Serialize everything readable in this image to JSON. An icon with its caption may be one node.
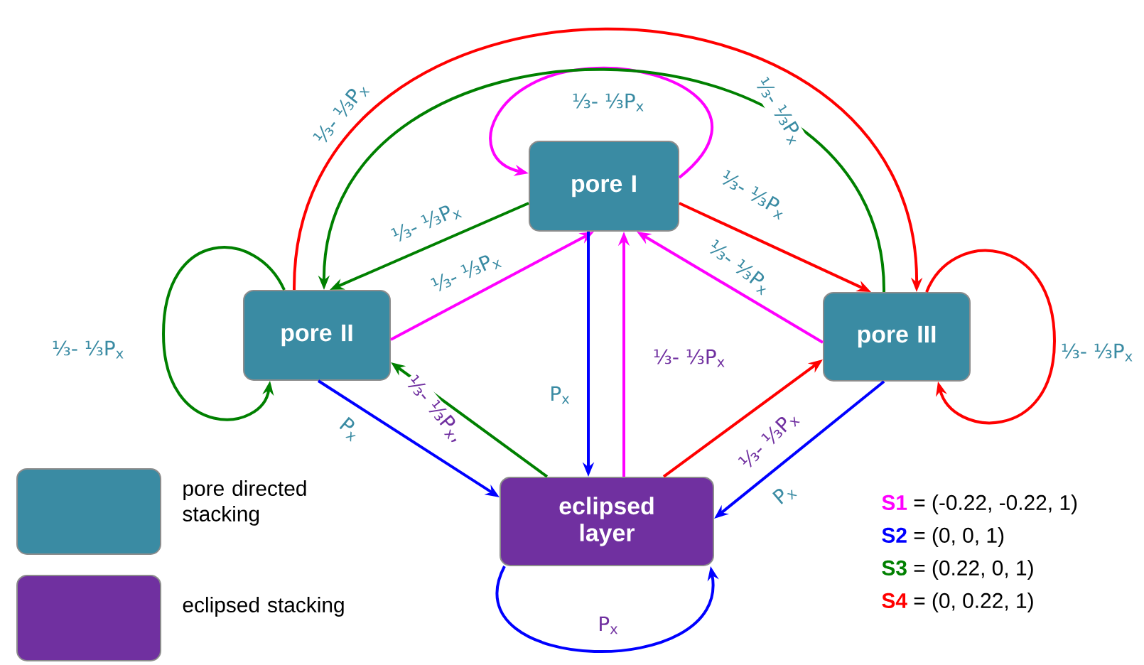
{
  "diagram": {
    "nodes": [
      {
        "text": [
          "pore I"
        ]
      },
      {
        "text": [
          "pore II"
        ]
      },
      {
        "text": [
          "pore III"
        ]
      },
      {
        "text": [
          "eclipsed layer"
        ]
      }
    ],
    "edges": [
      {
        "from": 0,
        "to": 0,
        "arrow": "to",
        "label": "⅓- ⅓P$_{x}$",
        "color": "#ff00ff"
      },
      {
        "from": 0,
        "to": 1,
        "arrow": "to",
        "label": "⅓- ⅓P$_{x}$",
        "color": "#008000"
      },
      {
        "from": 1,
        "to": 0,
        "arrow": "to",
        "label": "⅓- ⅓P$_{x}$",
        "color": "#ff00ff"
      },
      {
        "from": 0,
        "to": 2,
        "arrow": "to",
        "label": "⅓- ⅓P$_{x}$",
        "color": "#ff0000"
      },
      {
        "from": 2,
        "to": 0,
        "arrow": "to",
        "label": "⅓- ⅓P$_{x}$",
        "color": "#ff00ff"
      },
      {
        "from": 0,
        "to": 3,
        "arrow": "to",
        "label": "P$_{x}$",
        "color": "#0000ff"
      },
      {
        "from": 3,
        "to": 0,
        "arrow": "to",
        "label": "⅓- ⅓P$_{x}$",
        "color": "#ff00ff"
      },
      {
        "from": 1,
        "to": 1,
        "arrow": "to",
        "label": "⅓- ⅓P$_{x}$",
        "color": "#008000"
      },
      {
        "from": 2,
        "to": 2,
        "arrow": "to",
        "label": "⅓- ⅓P$_{x}$",
        "color": "#ff0000"
      },
      {
        "from": 1,
        "to": 2,
        "arrow": "to",
        "label": "⅓- ⅓P$_{x}$",
        "color": "#ff0000"
      },
      {
        "from": 2,
        "to": 1,
        "arrow": "to",
        "label": "⅓- ⅓P$_{x}$",
        "color": "#008000"
      },
      {
        "from": 1,
        "to": 3,
        "arrow": "to",
        "label": "P$_{x}$",
        "color": "#0000ff"
      },
      {
        "from": 3,
        "to": 1,
        "arrow": "to",
        "label": "⅓- ⅓P$_{x}$,",
        "color": "#008000"
      },
      {
        "from": 3,
        "to": 2,
        "arrow": "to",
        "label": "⅓- ⅓P$_{x}$",
        "color": "#ff0000"
      },
      {
        "from": 2,
        "to": 3,
        "arrow": "to",
        "label": "P$_{x}$",
        "color": "#0000ff"
      },
      {
        "from": 3,
        "to": 3,
        "arrow": "to",
        "label": "P$_{x}$",
        "color": "#0000ff"
      }
    ],
    "labels": [
      "**S1** = (-0.22, -0.22, 1)",
      "**S2** = (0, 0, 1)",
      "**S3** = (0.22, 0, 1)",
      "**S4** = (0, 0.22, 1)"
    ],
    "legend": [
      {
        "text": "pore directed stacking",
        "color": "#3a8ba3"
      },
      {
        "text": "eclipsed stacking",
        "color": "#7030a0"
      }
    ]
  }
}
